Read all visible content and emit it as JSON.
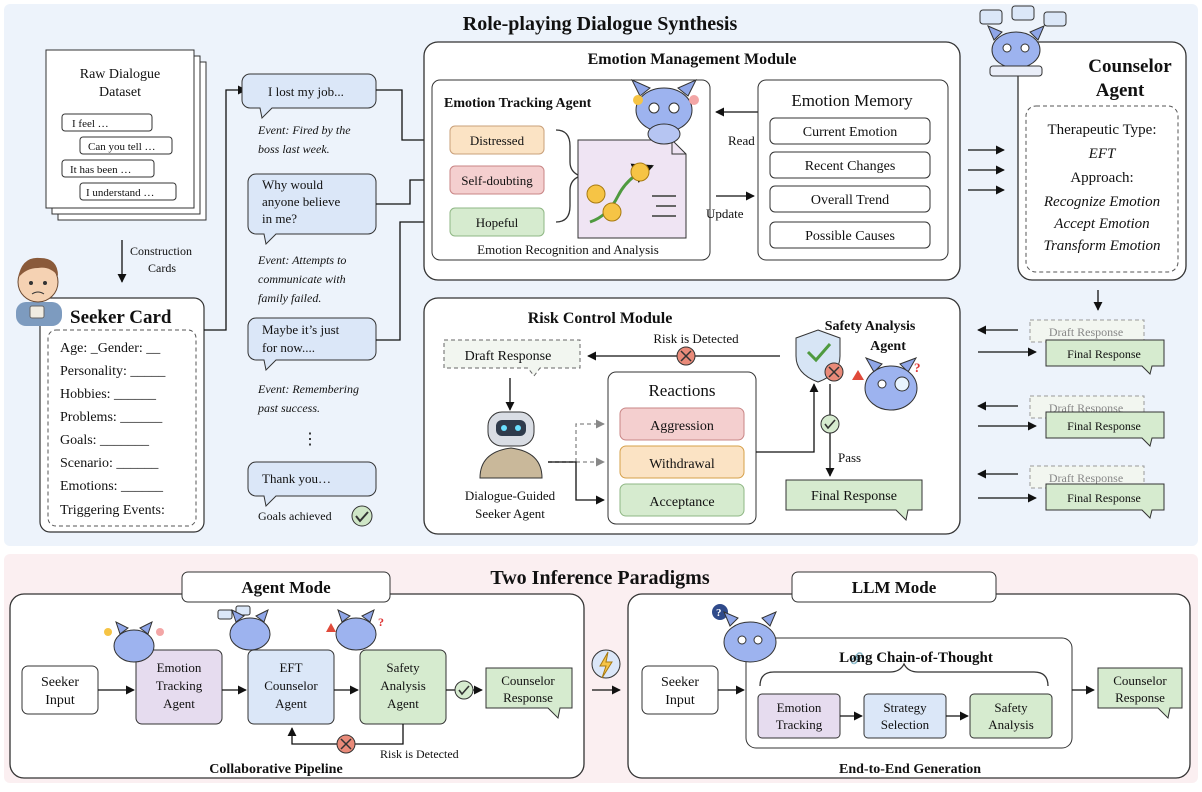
{
  "top": {
    "title": "Role-playing Dialogue Synthesis",
    "dataset": {
      "title_line1": "Raw Dialogue",
      "title_line2": "Dataset",
      "lines": [
        "I feel …",
        "Can you tell …",
        "It has been …",
        "I understand …"
      ]
    },
    "construction": {
      "line1": "Construction",
      "line2": "Cards"
    },
    "seeker_card": {
      "title": "Seeker Card",
      "fields": [
        "Age: _Gender: __",
        "Personality: _____",
        "Hobbies: ______",
        "Problems: ______",
        "Goals: _______",
        "Scenario: ______",
        "Emotions: ______",
        "Triggering Events:"
      ]
    },
    "dialogue": {
      "bubble1": "I lost my job...",
      "event1": [
        "Event: Fired by the",
        "boss last week."
      ],
      "bubble2": [
        "Why would",
        "anyone believe",
        "in me?"
      ],
      "event2": [
        "Event: Attempts to",
        "communicate with",
        "family failed."
      ],
      "bubble3": [
        "Maybe it’s just",
        "for now...."
      ],
      "event3": [
        "Event: Remembering",
        "past success."
      ],
      "ellipsis": "⋮",
      "bubble4": "Thank you…",
      "goals": "Goals achieved"
    },
    "emotion_module": {
      "title": "Emotion Management Module",
      "tracking_agent": "Emotion Tracking Agent",
      "emotions": [
        "Distressed",
        "Self-doubting",
        "Hopeful"
      ],
      "caption": "Emotion Recognition and Analysis",
      "read": "Read",
      "update": "Update",
      "memory_title": "Emotion Memory",
      "memory_items": [
        "Current Emotion",
        "Recent Changes",
        "Overall Trend",
        "Possible Causes"
      ]
    },
    "counselor": {
      "title_line1": "Counselor",
      "title_line2": "Agent",
      "type_label": "Therapeutic Type:",
      "type_value": "EFT",
      "approach_label": "Approach:",
      "approach_items": [
        "Recognize Emotion",
        "Accept Emotion",
        "Transform Emotion"
      ]
    },
    "risk_module": {
      "title": "Risk Control Module",
      "risk_detected": "Risk is Detected",
      "draft": "Draft Response",
      "safety_line1": "Safety Analysis",
      "safety_line2": "Agent",
      "reactions_title": "Reactions",
      "reactions": [
        "Aggression",
        "Withdrawal",
        "Acceptance"
      ],
      "seeker_line1": "Dialogue-Guided",
      "seeker_line2": "Seeker Agent",
      "pass": "Pass",
      "final": "Final Response"
    },
    "side_stack": {
      "draft": "Draft Response",
      "final": "Final Response"
    }
  },
  "bottom": {
    "title": "Two Inference Paradigms",
    "agent_mode": {
      "title": "Agent Mode",
      "seeker": [
        "Seeker",
        "Input"
      ],
      "emotion": [
        "Emotion",
        "Tracking",
        "Agent"
      ],
      "eft": [
        "EFT",
        "Counselor",
        "Agent"
      ],
      "safety": [
        "Safety",
        "Analysis",
        "Agent"
      ],
      "response": [
        "Counselor",
        "Response"
      ],
      "risk": "Risk is Detected",
      "caption": "Collaborative Pipeline"
    },
    "llm_mode": {
      "title": "LLM Mode",
      "seeker": [
        "Seeker",
        "Input"
      ],
      "cot": "Long Chain-of-Thought",
      "steps": [
        [
          "Emotion",
          "Tracking"
        ],
        [
          "Strategy",
          "Selection"
        ],
        [
          "Safety",
          "Analysis"
        ]
      ],
      "response": [
        "Counselor",
        "Response"
      ],
      "caption": "End-to-End Generation"
    }
  },
  "colors": {
    "panel_top": "#edf3fb",
    "panel_bottom": "#fbeff1",
    "bubble_blue": "#dbe7f8",
    "green": "#d6ebcf",
    "orange": "#fbe3c4",
    "red": "#f4cfcf",
    "purple": "#e6dcef",
    "cross_red": "#e98a79",
    "stroke": "#2b2f3a"
  }
}
